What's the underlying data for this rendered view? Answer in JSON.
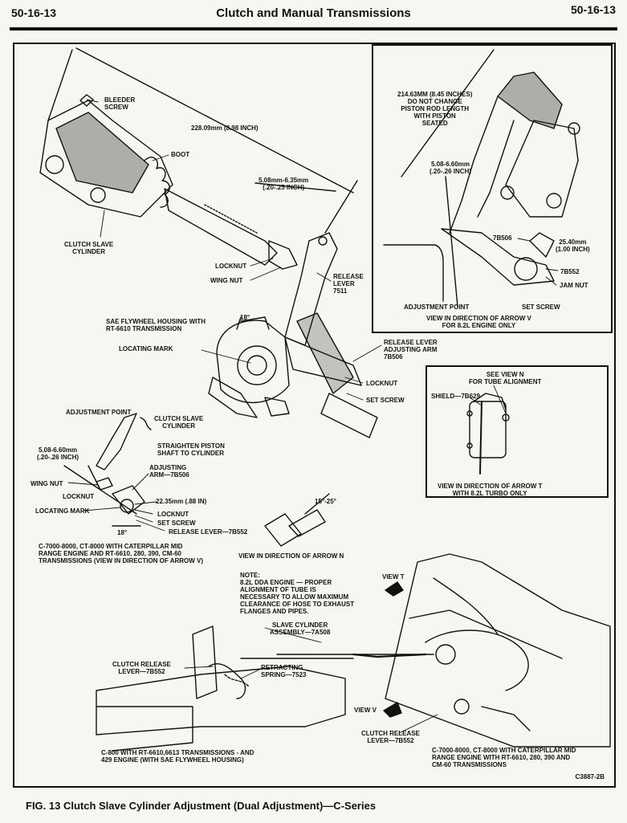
{
  "header": {
    "page_left": "50-16-13",
    "page_right": "50-16-13",
    "title": "Clutch and Manual Transmissions"
  },
  "main_diagram": {
    "bleeder_screw": "BLEEDER\nSCREW",
    "boot": "BOOT",
    "clutch_slave_cylinder": "CLUTCH SLAVE\nCYLINDER",
    "dim_228": "228.09mm (8.98 INCH)",
    "dim_508": "5.08mm-6.35mm\n(.20-.25 INCH)",
    "locknut": "LOCKNUT",
    "wing_nut": "WING NUT",
    "release_lever": "RELEASE\nLEVER\n7511",
    "housing": "SAE FLYWHEEL HOUSING WITH\nRT-6610 TRANSMISSION",
    "angle": "18°",
    "locating_mark": "LOCATING MARK",
    "adjusting_arm": "RELEASE LEVER\nADJUSTING ARM\n7B506",
    "locknut2": "LOCKNUT",
    "set_screw": "SET SCREW"
  },
  "inset_v": {
    "dim_214": "214.63mm (8.45 INCHES)\nDO NOT CHANGE\nPISTON ROD LENGTH\nWITH PISTON\nSEATED",
    "dim_508": "5.08-6.60mm\n(.20-.26 INCH)",
    "part_7b506": "7B506",
    "dim_2540": "25.40mm\n(1.00 INCH)",
    "part_7b552": "7B552",
    "jam_nut": "JAM NUT",
    "adjustment_point": "ADJUSTMENT POINT",
    "set_screw": "SET SCREW",
    "caption": "VIEW IN DIRECTION OF ARROW V\nFOR 8.2L ENGINE ONLY"
  },
  "inset_t": {
    "see_view": "SEE VIEW N\nFOR TUBE ALIGNMENT",
    "shield": "SHIELD—7B629",
    "caption": "VIEW IN DIRECTION OF ARROW T\nWITH 8.2L TURBO ONLY"
  },
  "middle_left": {
    "adjustment_point": "ADJUSTMENT POINT",
    "clutch_slave_cylinder": "CLUTCH SLAVE\nCYLINDER",
    "dim_508": "5.08-6.60mm\n(.20-.26 INCH)",
    "straighten": "STRAIGHTEN PISTON\nSHAFT TO CYLINDER",
    "adjusting_arm": "ADJUSTING\nARM—7B506",
    "wing_nut": "WING NUT",
    "locknut": "LOCKNUT",
    "dim_2235": "22.35mm (.88 IN)",
    "locating_mark": "LOCATING MARK",
    "locknut2": "LOCKNUT",
    "set_screw": "SET SCREW",
    "release_lever": "RELEASE LEVER—7B552",
    "angle": "18°",
    "caption": "C-7000-8000, CT-8000 WITH CATERPILLAR MID\nRANGE ENGINE AND RT-6610, 280, 390, CM-60\nTRANSMISSIONS (VIEW IN DIRECTION OF ARROW V)"
  },
  "view_n": {
    "angle": "15°-25°",
    "caption": "VIEW IN DIRECTION OF ARROW N"
  },
  "note": "NOTE:\n8.2L DDA ENGINE — PROPER\nALIGNMENT OF TUBE IS\nNECESSARY TO ALLOW MAXIMUM\nCLEARANCE OF HOSE TO EXHAUST\nFLANGES AND PIPES.",
  "bottom": {
    "view_t": "VIEW T",
    "slave_cylinder": "SLAVE CYLINDER\nASSEMBLY—7A508",
    "clutch_release_lever": "CLUTCH RELEASE\nLEVER—7B552",
    "retracting_spring": "RETRACTING\nSPRING—7523",
    "view_v": "VIEW V",
    "clutch_release_lever2": "CLUTCH RELEASE\nLEVER—7B552",
    "caption_left": "C-800 WITH RT-6610,6613 TRANSMISSIONS - AND\n429 ENGINE (WITH SAE FLYWHEEL HOUSING)",
    "caption_right": "C-7000-8000, CT-8000 WITH CATERPILLAR MID\nRANGE ENGINE WITH RT-6610, 280, 390 AND\nCM-60 TRANSMISSIONS"
  },
  "figure_code": "C3887-2B",
  "figure_caption": "FIG. 13  Clutch Slave Cylinder Adjustment (Dual Adjustment)—C-Series"
}
